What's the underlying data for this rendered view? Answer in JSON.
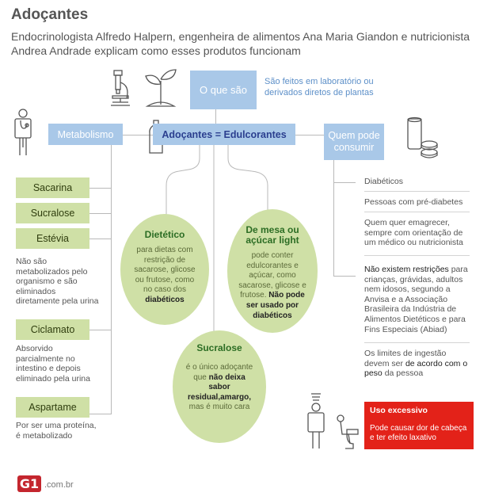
{
  "title": "Adoçantes",
  "subtitle": "Endocrinologista Alfredo Halpern, engenheira de alimentos Ana Maria Giandon e nutricionista Andrea Andrade explicam como esses produtos funcionam",
  "what": {
    "label": "O que são",
    "text": "São feitos em laboratório ou derivados diretos de plantas"
  },
  "metabolism_label": "Metabolismo",
  "center_label": "Adoçantes = Edulcorantes",
  "who_label": "Quem pode consumir",
  "sweeteners": [
    {
      "name": "Sacarina"
    },
    {
      "name": "Sucralose"
    },
    {
      "name": "Estévia",
      "note": "Não são metabolizados pelo organismo e são eliminados diretamente pela urina"
    },
    {
      "name": "Ciclamato",
      "note": "Absorvido parcialmente no intestino e depois eliminado pela urina"
    },
    {
      "name": "Aspartame",
      "note": "Por ser uma proteína, é metabolizado"
    }
  ],
  "types": {
    "dietetico": {
      "title": "Dietético",
      "text": "para dietas com restrição de sacarose, glicose ou frutose, como no caso dos",
      "bold": "diabéticos"
    },
    "mesa": {
      "title": "De mesa ou açúcar light",
      "text": "pode conter edulcorantes e açúcar, como sacarose, glicose e frutose.",
      "bold": "Não pode ser usado por diabéticos"
    },
    "sucralose": {
      "title": "Sucralose",
      "text": "é o único adoçante que",
      "bold": "não deixa sabor residual,amargo,",
      "text2": "mas é muito cara"
    }
  },
  "who": [
    {
      "text": "Diabéticos"
    },
    {
      "text": "Pessoas com pré-diabetes"
    },
    {
      "text": "Quem quer emagrecer, sempre com orientação de um médico ou nutricionista"
    },
    {
      "bold": "Não existem restrições",
      "text": "para crianças, grávidas, adultos nem idosos, segundo a Anvisa e a Associação Brasileira da Indústria de Alimentos Dietéticos e para Fins Especiais (Abiad)"
    },
    {
      "text": "Os limites de ingestão devem ser",
      "bold": "de acordo com o peso",
      "text2": "da pessoa"
    }
  ],
  "warning": {
    "title": "Uso excessivo",
    "text": "Pode causar dor de cabeça e ter efeito laxativo"
  },
  "logo": {
    "mark": "G1",
    "text": ".com.br"
  },
  "colors": {
    "blue": "#a9c8e8",
    "green": "#cfe0a6",
    "red": "#e32219",
    "dark_blue_text": "#2b3f8f"
  }
}
